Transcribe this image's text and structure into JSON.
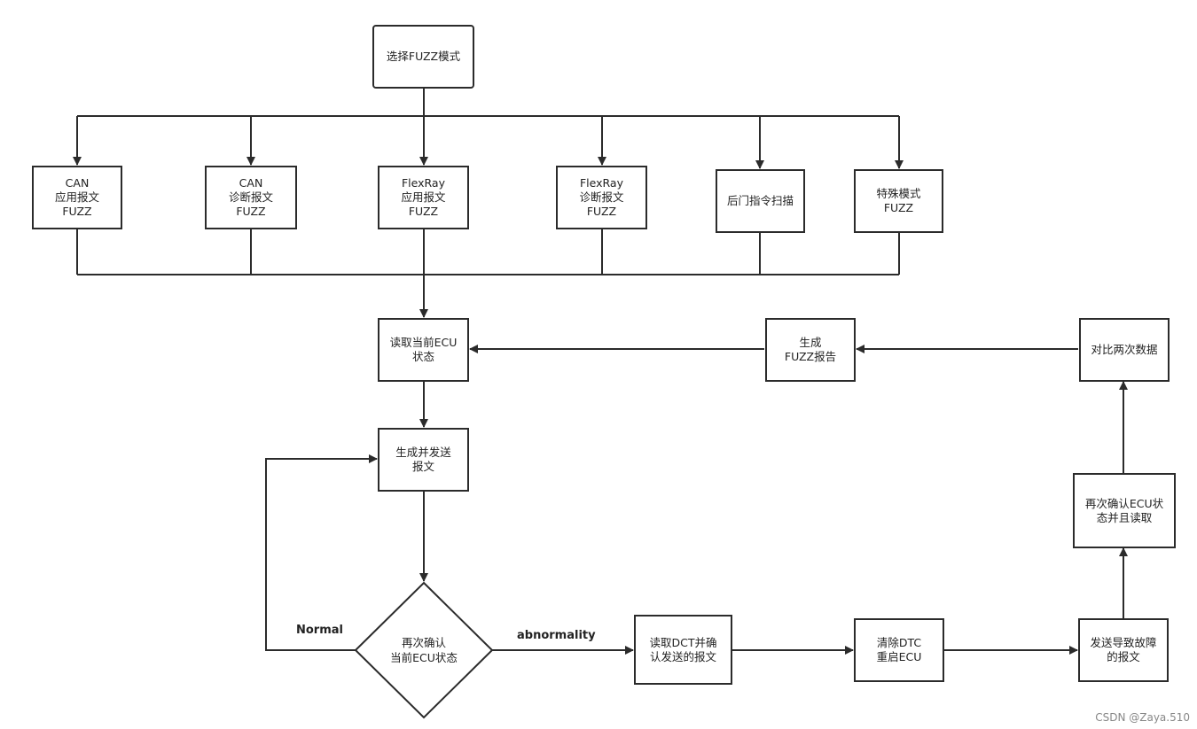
{
  "nodes": {
    "select_mode": "选择FUZZ模式",
    "can_app": "CAN\n应用报文\nFUZZ",
    "can_diag": "CAN\n诊断报文\nFUZZ",
    "flexray_app": "FlexRay\n应用报文\nFUZZ",
    "flexray_diag": "FlexRay\n诊断报文\nFUZZ",
    "backdoor_scan": "后门指令扫描",
    "special_mode": "特殊模式\nFUZZ",
    "read_ecu_state": "读取当前ECU\n状态",
    "gen_send": "生成并发送\n报文",
    "reconfirm_decision": "再次确认\n当前ECU状态",
    "read_dct": "读取DCT并确\n认发送的报文",
    "clear_dtc": "清除DTC\n重启ECU",
    "send_fault": "发送导致故障\n的报文",
    "reconfirm_read": "再次确认ECU状\n态并且读取",
    "compare_data": "对比两次数据",
    "gen_report": "生成\nFUZZ报告"
  },
  "edge_labels": {
    "normal": "Normal",
    "abnormality": "abnormality"
  },
  "watermark": "CSDN @Zaya.510",
  "colors": {
    "stroke": "#2b2b2b",
    "background": "#ffffff"
  }
}
